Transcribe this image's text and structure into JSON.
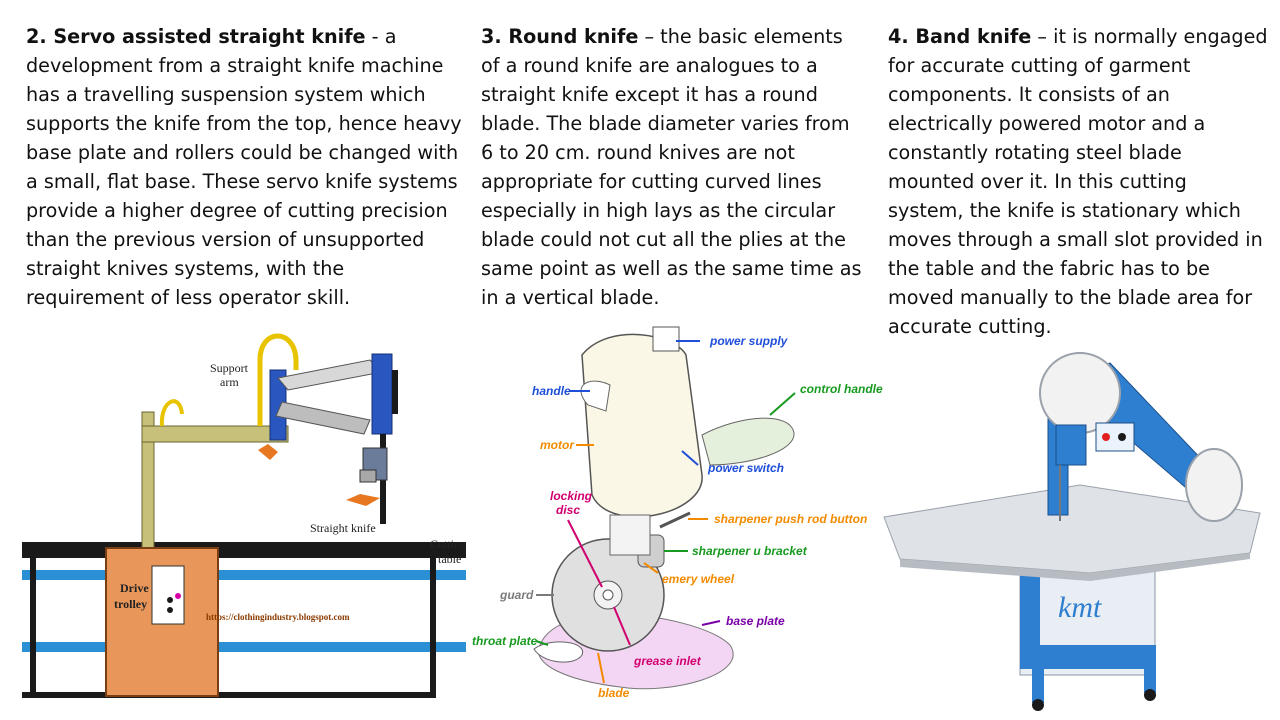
{
  "columns": [
    {
      "heading": "2. Servo assisted straight knife",
      "separator": " - ",
      "body": "a development from a straight knife machine has a travelling suspension system which supports the knife from the top, hence heavy base plate and rollers could be changed with a small, flat base. These servo knife systems provide a higher degree of cutting precision than the previous version of unsupported straight knives systems, with the requirement of less operator skill."
    },
    {
      "heading": "3. Round knife",
      "separator": " – ",
      "body": "the basic elements of a round knife are analogues to a straight knife except it has a round blade. The blade diameter varies from 6 to 20 cm. round knives are not appropriate for cutting curved lines especially in high lays as the circular blade could not cut all the plies at the same point as well as the same time as in a vertical blade."
    },
    {
      "heading": "4. Band knife",
      "separator": " – ",
      "body": "it is normally engaged for accurate cutting of garment components. It consists of an electrically powered motor and a constantly rotating steel blade mounted over it. In this cutting system, the knife is stationary which moves through a small slot provided in the table and the fabric has to be moved manually to the blade area for accurate cutting."
    }
  ],
  "figure1": {
    "support_arm_line1": "Support",
    "support_arm_line2": "arm",
    "straight_knife": "Straight knife",
    "cutting_table_line1": "Cutting",
    "cutting_table_line2": "table",
    "drive_trolley_line1": "Drive",
    "drive_trolley_line2": "trolley",
    "watermark": "https://clothingindustry.blogspot.com"
  },
  "figure2": {
    "power_supply": "power supply",
    "handle": "handle",
    "control_handle": "control handle",
    "motor": "motor",
    "power_switch": "power switch",
    "locking_disc_line1": "locking",
    "locking_disc_line2": "disc",
    "sharpener_push_rod_button": "sharpener push rod button",
    "sharpener_u_bracket": "sharpener u bracket",
    "emery_wheel": "emery wheel",
    "guard": "guard",
    "base_plate": "base plate",
    "throat_plate": "throat plate",
    "grease_inlet": "grease inlet",
    "blade": "blade"
  },
  "figure3": {
    "logo": "kmt"
  },
  "colors": {
    "label_blue": "#1f4fd8",
    "label_green": "#179a1f",
    "label_orange": "#f28b00",
    "label_magenta": "#d0006f",
    "label_gray": "#7a7a7a"
  }
}
